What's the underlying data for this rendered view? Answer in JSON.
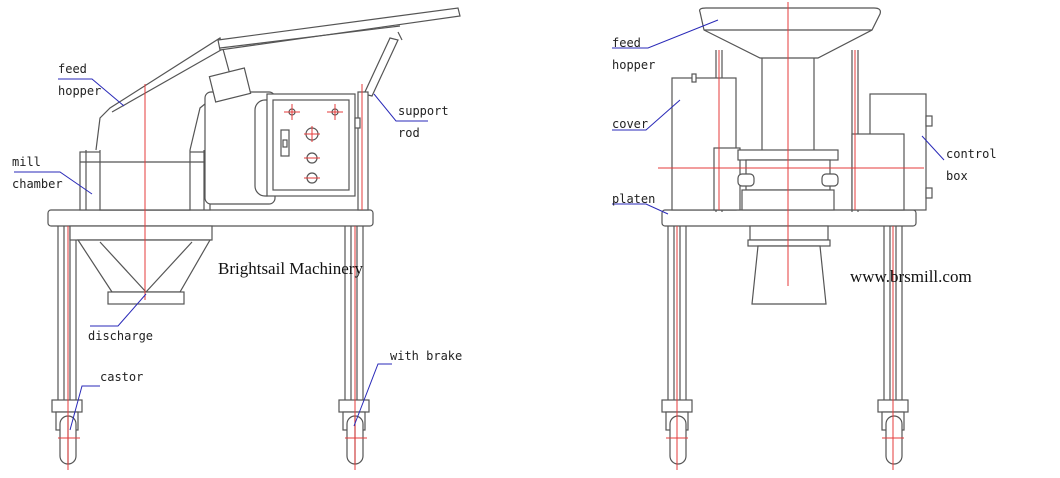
{
  "left_view": {
    "labels": {
      "feed_hopper_1": "feed",
      "feed_hopper_2": "hopper",
      "mill_chamber_1": "mill",
      "mill_chamber_2": "chamber",
      "support_rod_1": "support",
      "support_rod_2": "rod",
      "discharge": "discharge",
      "castor": "castor",
      "with_brake": "with brake"
    },
    "brand_text": "Brightsail Machinery"
  },
  "right_view": {
    "labels": {
      "feed_hopper_1": "feed",
      "feed_hopper_2": "hopper",
      "cover": "cover",
      "platen": "platen",
      "control_box_1": "control",
      "control_box_2": "box"
    },
    "website": "www.brsmill.com"
  },
  "colors": {
    "outline": "#555555",
    "centerline": "#e53b3b",
    "leader": "#2a2ab8"
  }
}
